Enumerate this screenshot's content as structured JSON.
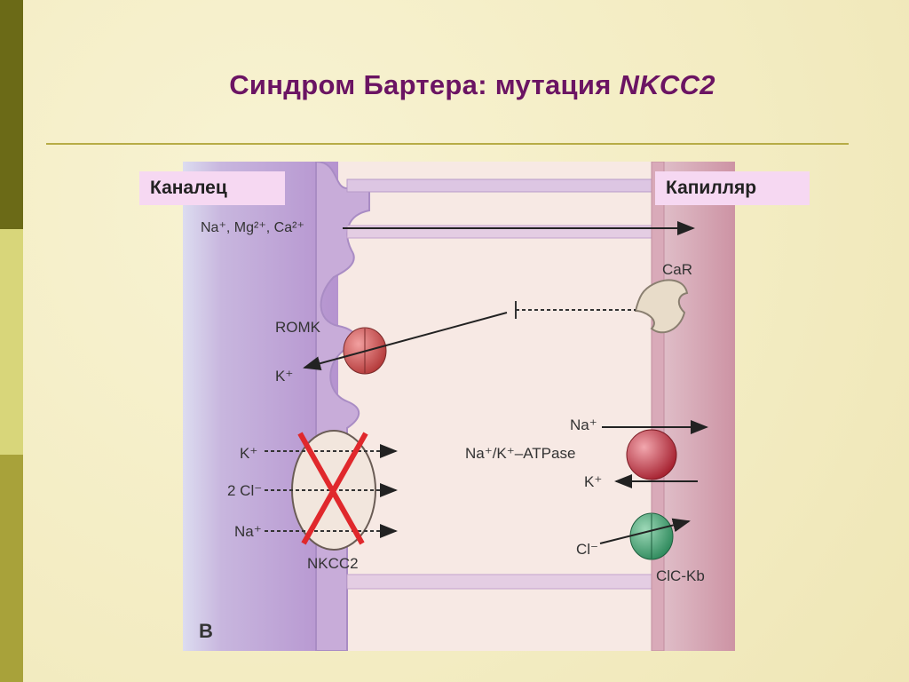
{
  "slide": {
    "title_main": "Синдром Бартера: мутация ",
    "title_italic": "NKCC2"
  },
  "labels": {
    "lumen": "Каналец",
    "capillary": "Капилляр"
  },
  "diagram": {
    "ions_top": "Na⁺, Mg²⁺, Ca²⁺",
    "romk": "ROMK",
    "k_romk": "K⁺",
    "car": "CaR",
    "nkcc_k": "K⁺",
    "nkcc_cl": "2 Cl⁻",
    "nkcc_na": "Na⁺",
    "nkcc2": "NKCC2",
    "atpase_na": "Na⁺",
    "atpase": "Na⁺/K⁺–ATPase",
    "atpase_k": "K⁺",
    "cl": "Cl⁻",
    "clckb": "ClC-Kb",
    "panel": "B"
  },
  "colors": {
    "title": "#6b1463",
    "cross": "#e0282c",
    "romk_channel": "#c84a4a",
    "atpase_pump": "#b02a35",
    "clckb_channel": "#3c9a6c",
    "lumen_membrane": "#b59ad0",
    "capillary_membrane": "#d6a0b0"
  }
}
